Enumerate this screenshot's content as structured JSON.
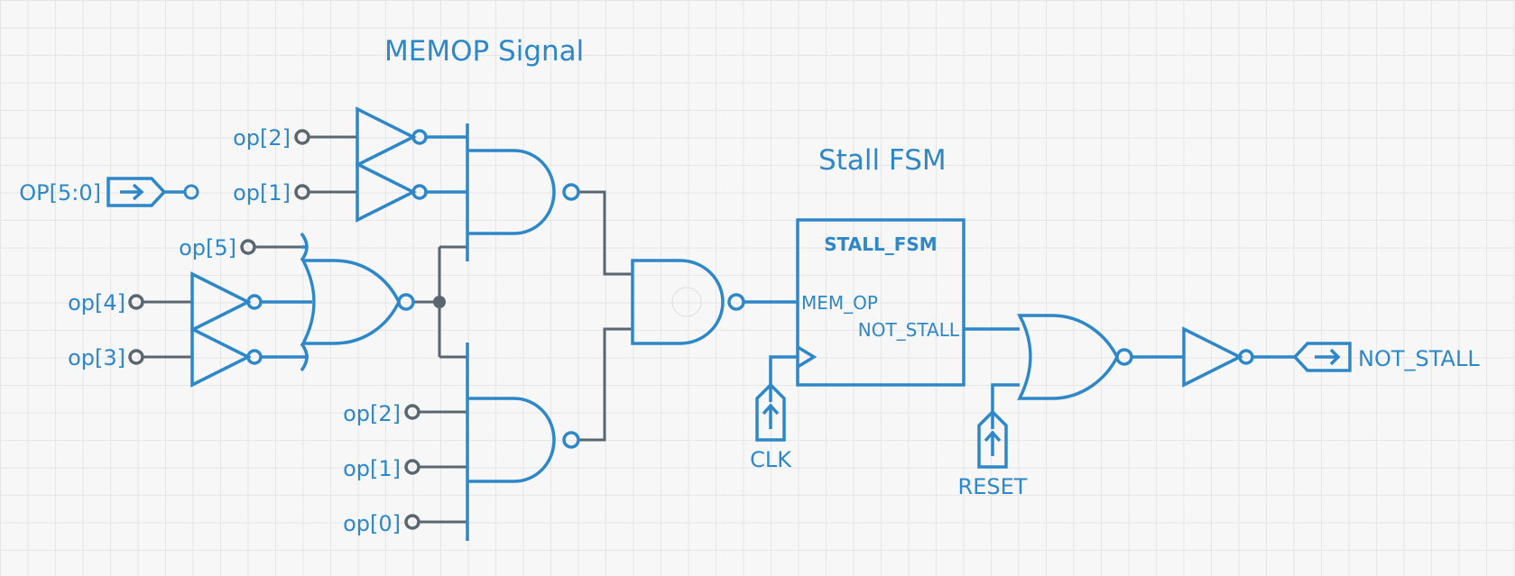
{
  "colors": {
    "component": "#2e87c6",
    "wire": "#5b6770",
    "background": "#f7f7f7",
    "grid": "#e6e6e6"
  },
  "titles": {
    "memop": "MEMOP Signal",
    "fsm": "Stall FSM"
  },
  "input_bus": {
    "label": "OP[5:0]",
    "icon": "arrow-right-icon"
  },
  "inputs": {
    "top_op2": "op[2]",
    "top_op1": "op[1]",
    "mid_op5": "op[5]",
    "mid_op4": "op[4]",
    "mid_op3": "op[3]",
    "bot_op2": "op[2]",
    "bot_op1": "op[1]",
    "bot_op0": "op[0]"
  },
  "fsm": {
    "name": "STALL_FSM",
    "input_port": "MEM_OP",
    "output_port": "NOT_STALL"
  },
  "clock": {
    "label": "CLK",
    "icon": "arrow-up-icon"
  },
  "reset": {
    "label": "RESET",
    "icon": "arrow-up-icon"
  },
  "output": {
    "label": "NOT_STALL",
    "icon": "arrow-right-icon"
  }
}
